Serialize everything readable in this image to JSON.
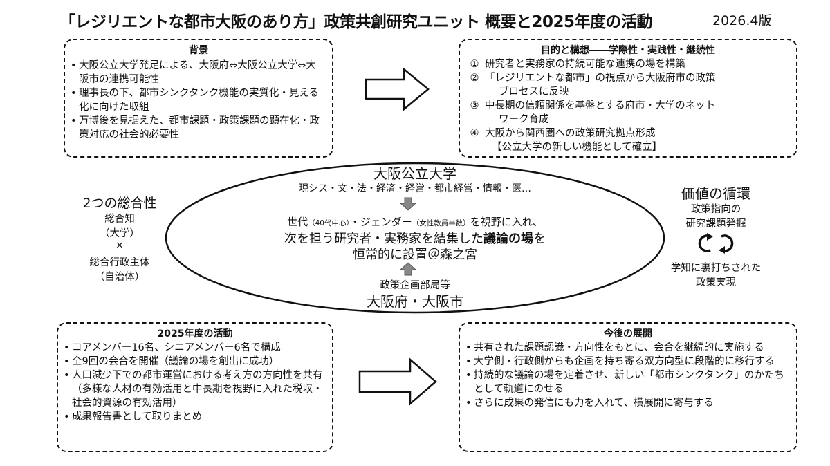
{
  "header": {
    "title": "「レジリエントな都市大阪のあり方」政策共創研究ユニット 概要と2025年度の活動",
    "version": "2026.4版"
  },
  "background": {
    "title": "背景",
    "items": [
      "大阪公立大学発足による、大阪府⇔大阪公立大学⇔大阪市の連携可能性",
      "理事長の下、都市シンクタンク機能の実質化・見える化に向けた取組",
      "万博後を見据えた、都市課題・政策課題の顕在化・政策対応の社会的必要性"
    ]
  },
  "purpose": {
    "title": "目的と構想――学際性・実践性・継続性",
    "items": [
      {
        "num": "①",
        "text": "研究者と実務家の持続可能な連携の場を構築"
      },
      {
        "num": "②",
        "text": "「レジリエントな都市」の視点から大阪府市の政策",
        "cont": "プロセスに反映"
      },
      {
        "num": "③",
        "text": "中長期の信頼関係を基盤とする府市・大学のネット",
        "cont": "ワーク育成"
      },
      {
        "num": "④",
        "text": "大阪から関西圏への政策研究拠点形成",
        "cont": "【公立大学の新しい機能として確立】"
      }
    ]
  },
  "center": {
    "university": "大阪公立大学",
    "faculties": "現シス・文・法・経済・経営・都市経営・情報・医…",
    "line1_a": "世代",
    "line1_b": "（40代中心）",
    "line1_c": "・ジェンダー",
    "line1_d": "（女性教員半数）",
    "line1_e": "を視野に入れ、",
    "line2_a": "次を担う研究者・実務家を結集した",
    "line2_b": "議論の場",
    "line2_c": "を",
    "line3": "恒常的に設置＠森之宮",
    "dept": "政策企画部局等",
    "gov": "大阪府・大阪市"
  },
  "left_side": {
    "title": "2つの総合性",
    "l1": "総合知",
    "l2": "（大学）",
    "l3": "×",
    "l4": "総合行政主体",
    "l5": "（自治体）"
  },
  "right_side": {
    "title": "価値の循環",
    "l1": "政策指向の",
    "l2": "研究課題発掘",
    "l3": "学知に裏打ちされた",
    "l4": "政策実現"
  },
  "activities": {
    "title": "2025年度の活動",
    "items": [
      "コアメンバー16名、シニアメンバー6名で構成",
      "全9回の会合を開催（議論の場を創出に成功）",
      "人口減少下での都市運営における考え方の方向性を共有（多様な人材の有効活用と中長期を視野に入れた税収・社会的資源の有効活用）",
      "成果報告書として取りまとめ"
    ]
  },
  "future": {
    "title": "今後の展開",
    "items": [
      "共有された課題認識・方向性をもとに、会合を継続的に実施する",
      "大学側・行政側からも企画を持ち寄る双方向型に段階的に移行する",
      "持続的な議論の場を定着させ、新しい「都市シンクタンク」のかたちとして軌道にのせる",
      "さらに成果の発信にも力を入れて、横展開に寄与する"
    ]
  }
}
